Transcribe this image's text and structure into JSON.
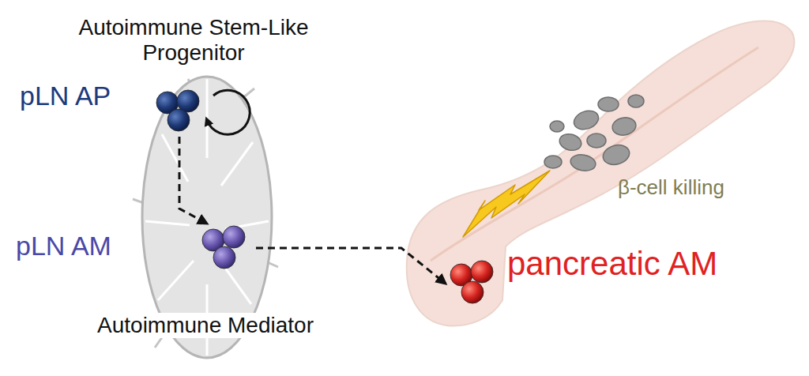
{
  "diagram": {
    "nodes": [
      {
        "text": [
          "pLN AP",
          "Autoimmune Stem-Like Progenitor"
        ]
      },
      {
        "text": [
          "pLN AM",
          "Autoimmune Mediator"
        ]
      },
      {
        "text": [
          "pancreatic AM"
        ]
      }
    ],
    "edges": [
      {
        "from": 0,
        "to": 1,
        "arrow": "to"
      },
      {
        "from": 1,
        "to": 2,
        "arrow": "to"
      }
    ],
    "labels": [
      "β-cell killing"
    ]
  }
}
